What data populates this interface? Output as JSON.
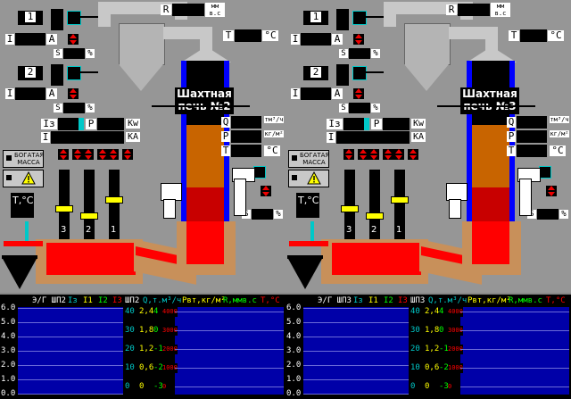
{
  "panels": [
    {
      "furnace_title_line1": "Шахтная",
      "furnace_title_line2": "печь №2",
      "transformer_1": "1",
      "transformer_2": "2",
      "label_R": "R",
      "label_R_unit": "мм в.с",
      "label_T_top": "T",
      "label_T_top_unit": "°C",
      "label_I": "I",
      "label_A": "A",
      "label_S": "S",
      "label_pct": "%",
      "label_Iz": "Iз",
      "label_P": "P",
      "label_kw": "Kw",
      "label_ka": "KA",
      "label_Q": "Q",
      "label_Q_unit": "тм³/ч",
      "label_Pr": "P",
      "label_Pr_unit": "кг/м²",
      "label_T": "T",
      "label_T_unit": "°C",
      "rich_mass": "БОГАТАЯ МАССА",
      "temp_label": "T,°C",
      "electrodes": [
        "3",
        "2",
        "1"
      ],
      "bottom": {
        "title": "Э/Г ШП2",
        "legend_iz": "Iз",
        "legend_i1": "I1",
        "legend_i2": "I2",
        "legend_i3": "I3",
        "yaxis": [
          "6.0",
          "5.0",
          "4.0",
          "3.0",
          "2.0",
          "1.0",
          "0.0"
        ],
        "title2": "ШП2",
        "legend_q": "Q,т.м³/ч",
        "legend_p": "Рвт,кг/м²",
        "legend_r": "R,ммв.с",
        "legend_t": "T,°C",
        "col_q": [
          "40",
          "30",
          "20",
          "10",
          "0"
        ],
        "col_p": [
          "2,4",
          "1,8",
          "1,2",
          "0,6",
          "0"
        ],
        "col_r": [
          "4",
          "0",
          "-1",
          "-2",
          "-3"
        ],
        "col_t": [
          "4000",
          "3000",
          "2000",
          "1000",
          "0"
        ]
      }
    },
    {
      "furnace_title_line1": "Шахтная",
      "furnace_title_line2": "печь №3",
      "transformer_1": "1",
      "transformer_2": "2",
      "label_R": "R",
      "label_R_unit": "мм в.с",
      "label_T_top": "T",
      "label_T_top_unit": "°C",
      "label_I": "I",
      "label_A": "A",
      "label_S": "S",
      "label_pct": "%",
      "label_Iz": "Iз",
      "label_P": "P",
      "label_kw": "Kw",
      "label_ka": "KA",
      "label_Q": "Q",
      "label_Q_unit": "тм³/ч",
      "label_Pr": "P",
      "label_Pr_unit": "кг/м²",
      "label_T": "T",
      "label_T_unit": "°C",
      "rich_mass": "БОГАТАЯ МАССА",
      "temp_label": "T,°C",
      "electrodes": [
        "3",
        "2",
        "1"
      ],
      "bottom": {
        "title": "Э/Г ШП3",
        "legend_iz": "Iз",
        "legend_i1": "I1",
        "legend_i2": "I2",
        "legend_i3": "I3",
        "yaxis": [
          "6.0",
          "5.0",
          "4.0",
          "3.0",
          "2.0",
          "1.0",
          "0.0"
        ],
        "title2": "ШП3",
        "legend_q": "Q,т.м³/ч",
        "legend_p": "Рвт,кг/м²",
        "legend_r": "R,ммв.с",
        "legend_t": "T,°C",
        "col_q": [
          "40",
          "30",
          "20",
          "10",
          "0"
        ],
        "col_p": [
          "2,4",
          "1,8",
          "1,2",
          "0,6",
          "0"
        ],
        "col_r": [
          "4",
          "0",
          "-1",
          "-2",
          "-3"
        ],
        "col_t": [
          "4000",
          "3000",
          "2000",
          "1000",
          "0"
        ]
      }
    }
  ],
  "colors": {
    "furnace_orange": "#c86400",
    "furnace_red": "#c80000",
    "melt_red": "#ff0000",
    "brick": "#c8905a",
    "blue_pipe": "#0000ff",
    "chart_bg": "#0000a8",
    "cyan": "#00c8c8",
    "yellow": "#ffff00",
    "green": "#00ff00",
    "red": "#ff0000"
  }
}
